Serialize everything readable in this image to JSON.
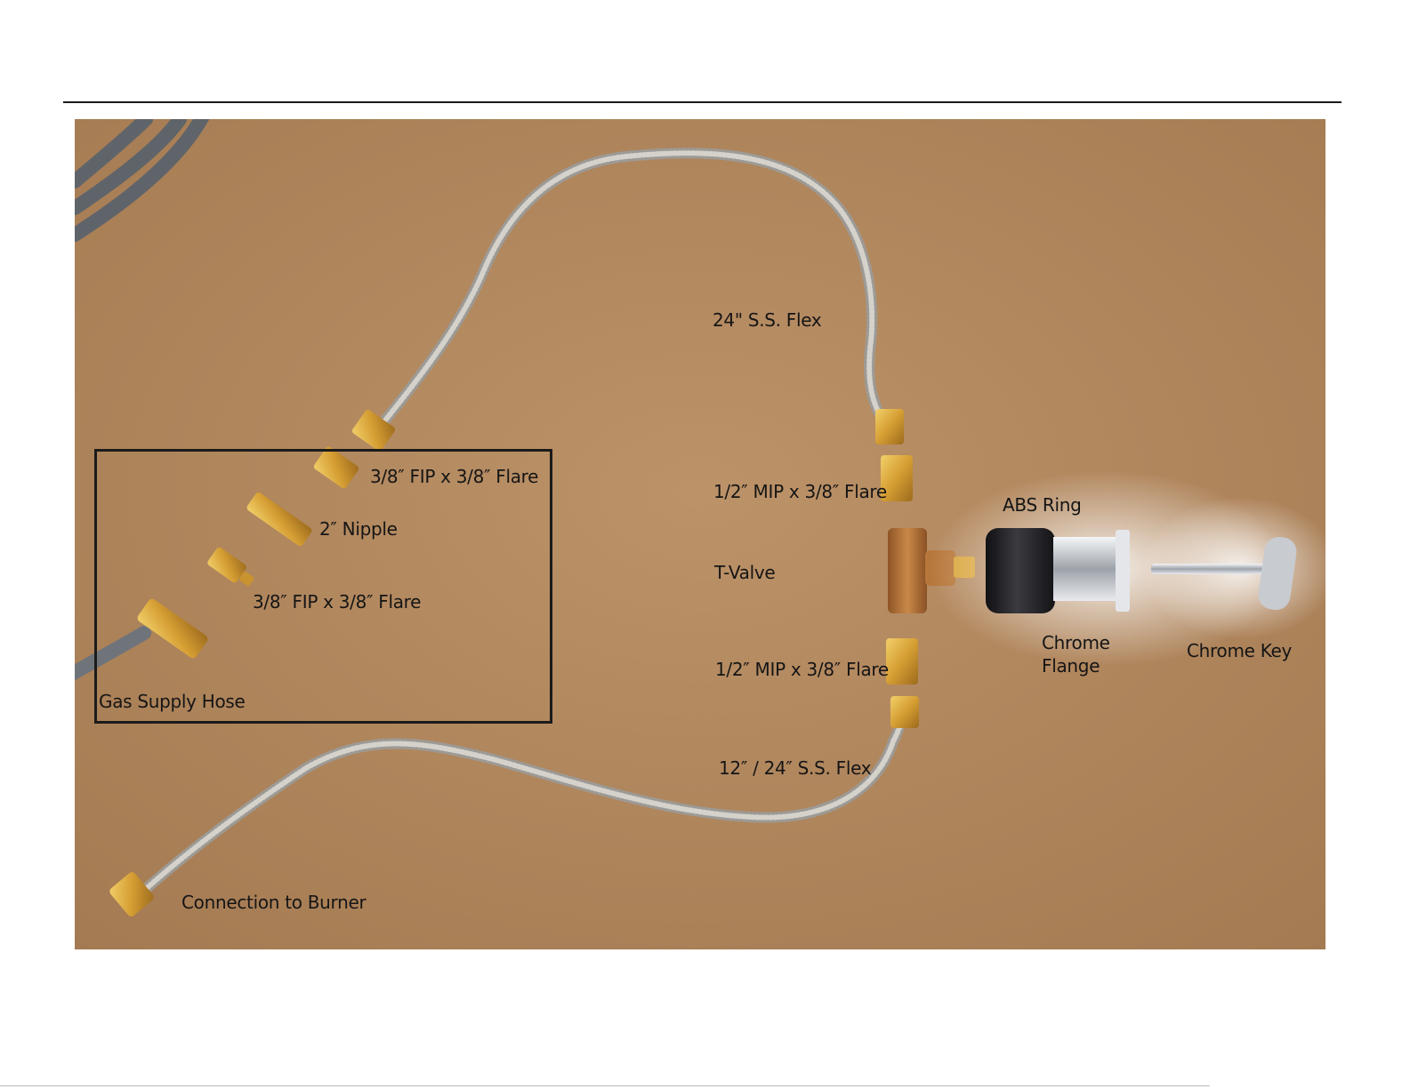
{
  "labels": {
    "ss_flex_24": "24\" S.S. Flex",
    "fip_flare_top": "3/8″ FIP x 3/8″ Flare",
    "nipple": "2″ Nipple",
    "fip_flare_bottom": "3/8″ FIP x 3/8″ Flare",
    "gas_supply_hose": "Gas Supply Hose",
    "mip_flare_top": "1/2″ MIP x 3/8″ Flare",
    "t_valve": "T-Valve",
    "mip_flare_bottom": "1/2″ MIP x 3/8″ Flare",
    "ss_flex_12_24": "12″ / 24″ S.S. Flex",
    "connection_to_burner": "Connection to Burner",
    "abs_ring": "ABS Ring",
    "chrome_flange": "Chrome Flange",
    "chrome_key": "Chrome Key"
  },
  "colors": {
    "background": "#b68c63",
    "brass": "#d9a43a",
    "bronze": "#b7773a",
    "steel": "#b9b6b0",
    "gas_hose": "#6f747a",
    "abs_ring": "#1e1e22",
    "chrome": "#d7dadf"
  }
}
